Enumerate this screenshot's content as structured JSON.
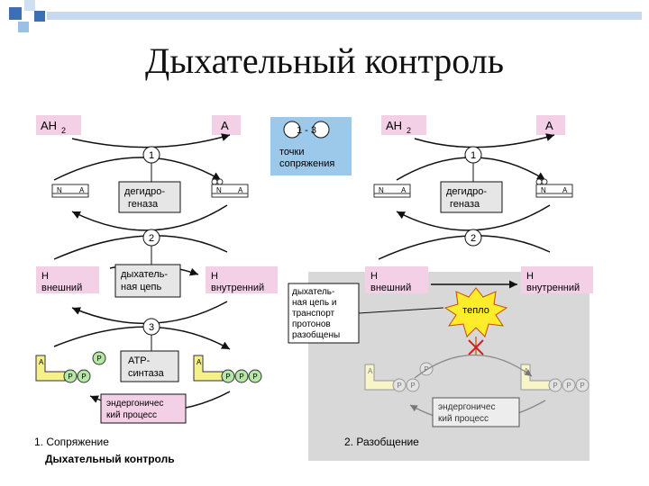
{
  "title": "Дыхательный контроль",
  "colors": {
    "accent_blue": "#1f3b8f",
    "pink_label": "#f3d0e6",
    "blue_box": "#9cc8ea",
    "yellow_module": "#f5f08a",
    "green_phosphate": "#b6e7a6",
    "heat_yellow": "#ffec2a",
    "gray_panel": "#d8d8d8"
  },
  "legend": {
    "numbers": "1 - 3",
    "text_l1": "точки",
    "text_l2": "сопряжения"
  },
  "panel1": {
    "substrate": "AH",
    "substrate_sub": "2",
    "product": "A",
    "n1": "1",
    "n2": "2",
    "n3": "3",
    "enzyme_l1": "дегидро-",
    "enzyme_l2": "геназа",
    "chain_l1": "дыхатель-",
    "chain_l2": "ная цепь",
    "synthase_l1": "ATP-",
    "synthase_l2": "синтаза",
    "h_plus": "H",
    "h_out": "внешний",
    "h_in": "внутренний",
    "n_letter": "N",
    "a_letter": "A",
    "p": "P",
    "endergonic_l1": "эндергоничес",
    "endergonic_l2": "кий процесс",
    "caption": "1. Сопряжение",
    "subcaption": "Дыхательный контроль"
  },
  "panel2": {
    "substrate": "AH",
    "substrate_sub": "2",
    "product": "A",
    "n1": "1",
    "n2": "2",
    "enzyme_l1": "дегидро-",
    "enzyme_l2": "геназа",
    "h_plus": "H",
    "h_out": "внешний",
    "h_in": "внутренний",
    "uncoupled_l1": "дыхатель-",
    "uncoupled_l2": "ная цепь и",
    "uncoupled_l3": "транспорт",
    "uncoupled_l4": "протонов",
    "uncoupled_l5": "разобщены",
    "heat": "тепло",
    "n_letter": "N",
    "a_letter": "A",
    "p": "P",
    "endergonic_l1": "эндергоничес",
    "endergonic_l2": "кий процесс",
    "caption": "2. Разобщение"
  }
}
